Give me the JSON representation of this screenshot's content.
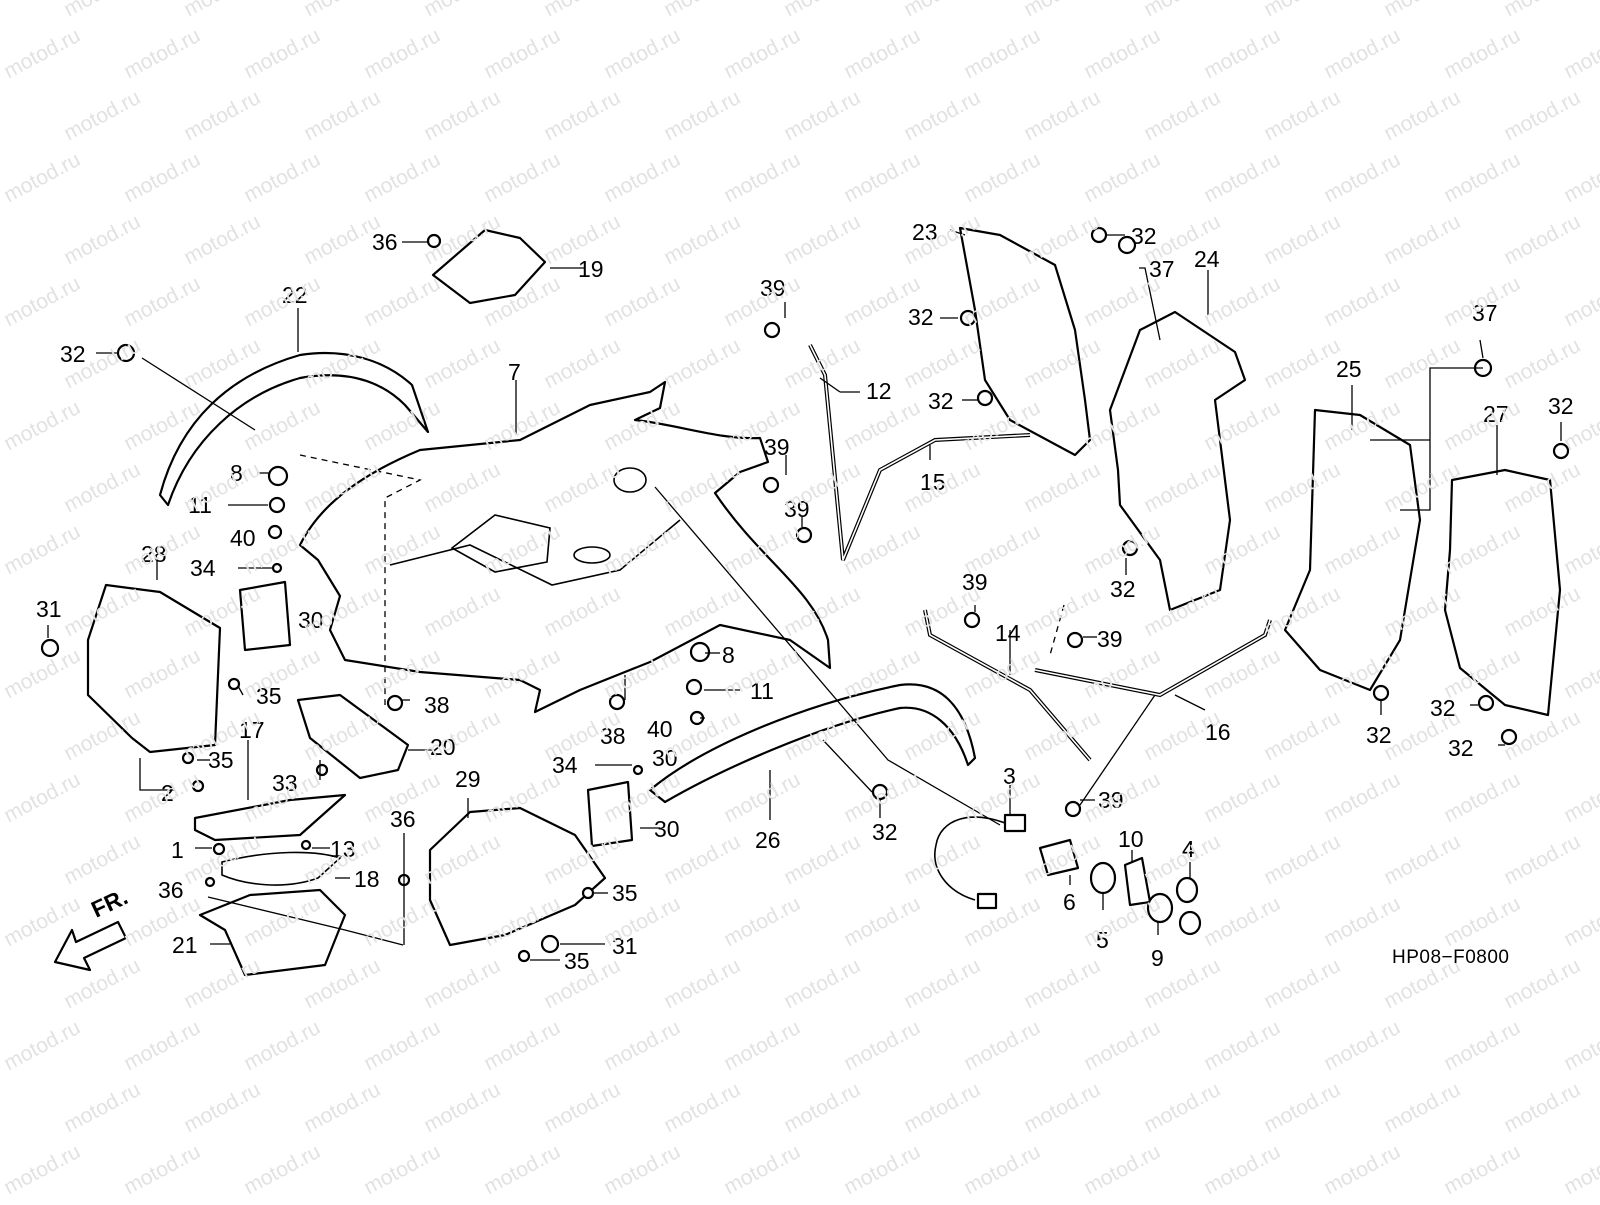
{
  "watermark": "motod.ru",
  "diagram_code": "HP08−F0800",
  "direction_arrow": "FR.",
  "callouts": [
    "36",
    "19",
    "22",
    "32",
    "7",
    "39",
    "12",
    "23",
    "32",
    "37",
    "24",
    "32",
    "32",
    "8",
    "11",
    "40",
    "28",
    "34",
    "30",
    "31",
    "35",
    "39",
    "15",
    "39",
    "25",
    "37",
    "27",
    "32",
    "32",
    "39",
    "14",
    "39",
    "16",
    "32",
    "32",
    "32",
    "38",
    "20",
    "38",
    "8",
    "11",
    "40",
    "17",
    "35",
    "2",
    "33",
    "1",
    "13",
    "18",
    "36",
    "21",
    "29",
    "34",
    "30",
    "26",
    "32",
    "3",
    "39",
    "10",
    "4",
    "6",
    "5",
    "9",
    "35",
    "31",
    "35",
    "36",
    "30"
  ]
}
